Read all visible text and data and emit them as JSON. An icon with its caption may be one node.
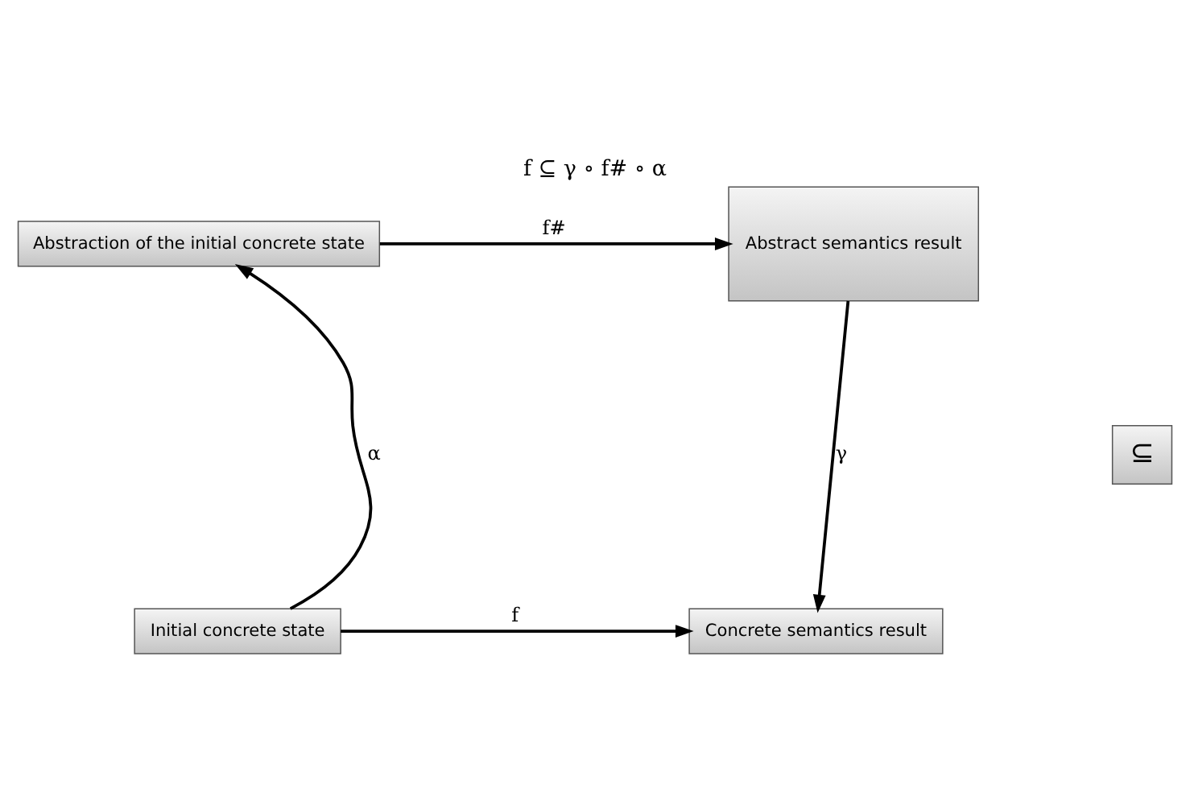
{
  "diagram": {
    "title": "f ⊆ γ ∘ f# ∘ α",
    "nodes": [
      {
        "text": [
          "Abstraction of the initial concrete state"
        ]
      },
      {
        "text": [
          "Abstract semantics result"
        ]
      },
      {
        "text": [
          "Initial concrete state"
        ]
      },
      {
        "text": [
          "Concrete semantics result"
        ]
      }
    ],
    "edges": [
      {
        "from": 0,
        "to": 1,
        "arrow": "to",
        "label": "f#"
      },
      {
        "from": 1,
        "to": 3,
        "arrow": "to",
        "label": "γ"
      },
      {
        "from": 2,
        "to": 0,
        "arrow": "to",
        "label": "α"
      },
      {
        "from": 2,
        "to": 3,
        "arrow": "to",
        "label": "f"
      }
    ],
    "labels": [
      "⊆"
    ]
  }
}
